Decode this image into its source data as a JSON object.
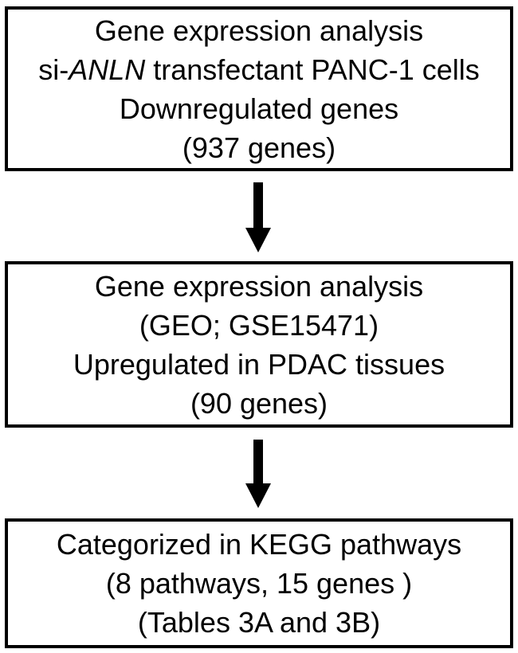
{
  "flowchart": {
    "colors": {
      "background": "#ffffff",
      "box_border": "#000000",
      "text": "#000000",
      "arrow": "#000000"
    },
    "box1": {
      "line1": "Gene expression analysis",
      "line2_prefix": "si-",
      "line2_gene": "ANLN",
      "line2_suffix": " transfectant PANC-1 cells",
      "line3": "Downregulated genes",
      "line4": "(937 genes)"
    },
    "box2": {
      "line1": "Gene expression analysis",
      "line2": "(GEO; GSE15471)",
      "line3": "Upregulated in PDAC tissues",
      "line4": "(90 genes)"
    },
    "box3": {
      "line1": "Categorized in KEGG pathways",
      "line2": "(8 pathways, 15 genes )",
      "line3": "(Tables 3A and 3B)"
    }
  }
}
